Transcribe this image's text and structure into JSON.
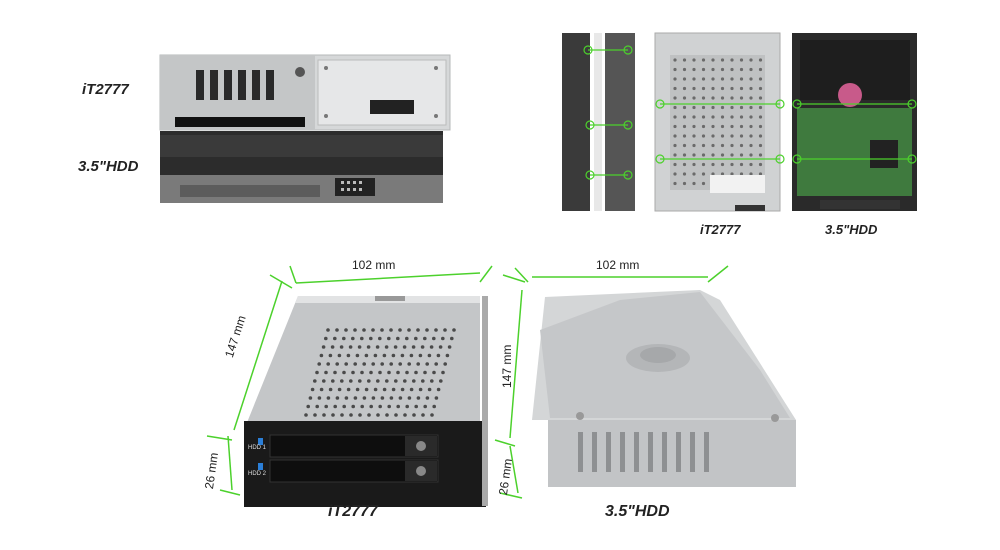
{
  "top_left": {
    "label_top": "iT2777",
    "label_bottom": "3.5\"HDD"
  },
  "top_right": {
    "label_left": "iT2777",
    "label_right": "3.5\"HDD"
  },
  "bottom": {
    "it2777": {
      "width": "102 mm",
      "depth": "147 mm",
      "height": "26 mm",
      "label": "iT2777",
      "bay1": "HDD 1",
      "bay2": "HDD 2"
    },
    "hdd": {
      "width": "102 mm",
      "depth": "147 mm",
      "height": "26 mm",
      "label": "3.5\"HDD"
    }
  },
  "colors": {
    "dimension_line": "#4cd12c",
    "panel_black": "#1a1a1a",
    "metal": "#c9cbcc",
    "pcb_green": "#3f7a3e",
    "led_blue": "#2b7fd8"
  }
}
